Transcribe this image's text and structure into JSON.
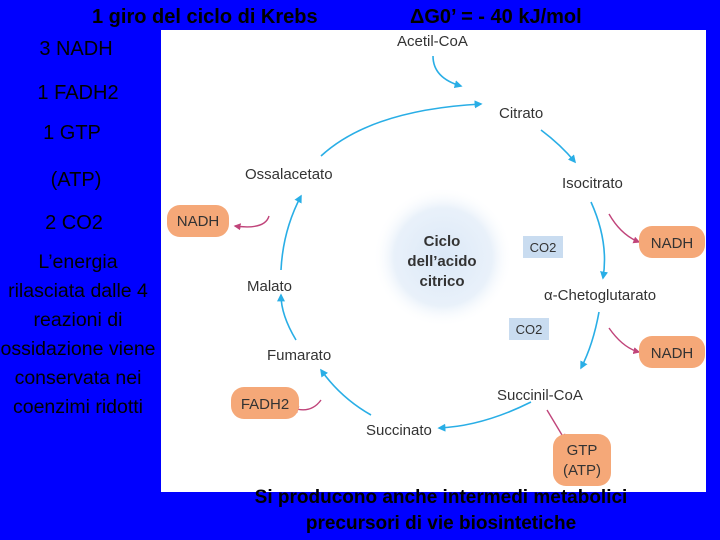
{
  "header": {
    "title_left": "1 giro del ciclo di Krebs",
    "title_right": "ΔG0’ = - 40 kJ/mol"
  },
  "summary": {
    "items": [
      {
        "text": "3 NADH"
      },
      {
        "text": "1 FADH2"
      },
      {
        "text": "1 GTP"
      },
      {
        "text": "(ATP)"
      },
      {
        "text": "2 CO2"
      }
    ],
    "desc_line1": "L’energia",
    "desc_rest": "rilasciata dalle 4 reazioni di ossidazione viene conservata nei coenzimi ridotti"
  },
  "diagram": {
    "center_title": [
      "Ciclo",
      "dell’acido",
      "citrico"
    ],
    "metabolites": {
      "acetyl_coa": "Acetil-CoA",
      "citrate": "Citrato",
      "isocitrate": "Isocitrato",
      "ketoglutarate": "α-Chetoglutarato",
      "succinyl_coa": "Succinil-CoA",
      "succinate": "Succinato",
      "fumarate": "Fumarato",
      "malate": "Malato",
      "oxaloacetate": "Ossalacetato"
    },
    "cofactors": {
      "nadh_malate": "NADH",
      "nadh_isocitrate": "NADH",
      "nadh_ketoglutarate": "NADH",
      "fadh2": "FADH2",
      "gtp": "GTP",
      "atp": "(ATP)",
      "co2_1": "CO2",
      "co2_2": "CO2"
    },
    "colors": {
      "arrow": "#29aee6",
      "cofactor_fill": "#f5a878",
      "co2_fill": "#c9dcf0",
      "center_glow": "#dbe8f7",
      "side_arrow": "#c0447a"
    }
  },
  "footer": {
    "line1": "Si producono anche intermedi metabolici",
    "line2": "precursori di vie biosintetiche"
  }
}
